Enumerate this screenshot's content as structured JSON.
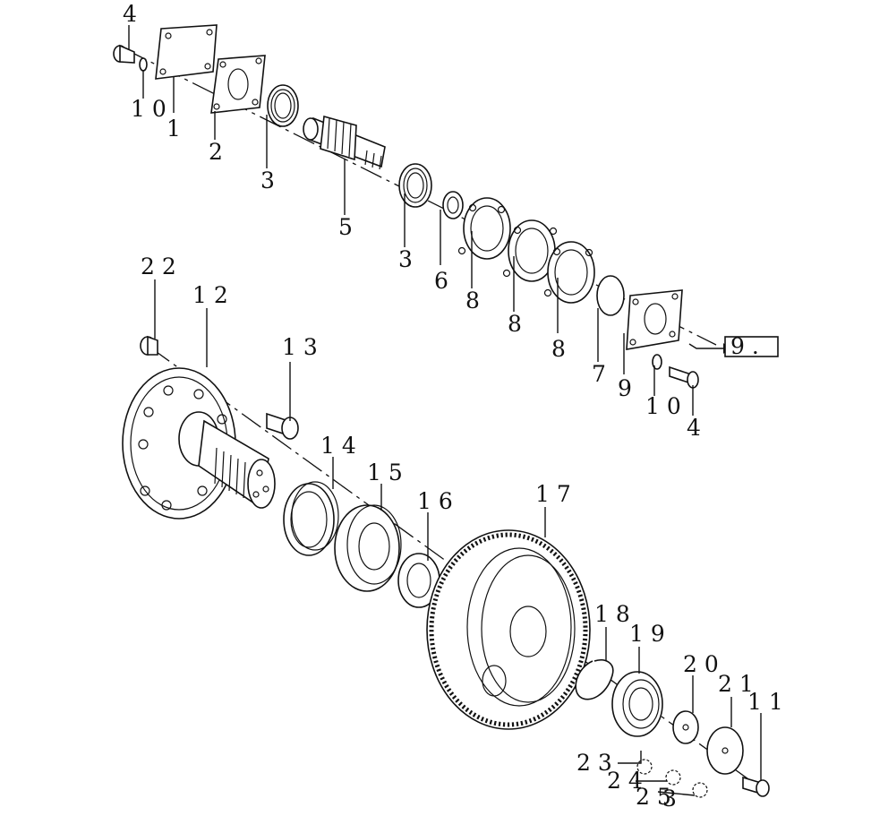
{
  "diagram": {
    "callouts": [
      {
        "id": "c-4a",
        "text": "4"
      },
      {
        "id": "c-10a",
        "text": "1 0"
      },
      {
        "id": "c-1",
        "text": "1"
      },
      {
        "id": "c-2",
        "text": "2"
      },
      {
        "id": "c-3a",
        "text": "3"
      },
      {
        "id": "c-5",
        "text": "5"
      },
      {
        "id": "c-3b",
        "text": "3"
      },
      {
        "id": "c-6",
        "text": "6"
      },
      {
        "id": "c-8a",
        "text": "8"
      },
      {
        "id": "c-8b",
        "text": "8"
      },
      {
        "id": "c-8c",
        "text": "8"
      },
      {
        "id": "c-7",
        "text": "7"
      },
      {
        "id": "c-9",
        "text": "9"
      },
      {
        "id": "c-10b",
        "text": "1 0"
      },
      {
        "id": "c-4b",
        "text": "4"
      },
      {
        "id": "c-22",
        "text": "2 2"
      },
      {
        "id": "c-12",
        "text": "1 2"
      },
      {
        "id": "c-13",
        "text": "1 3"
      },
      {
        "id": "c-14",
        "text": "1 4"
      },
      {
        "id": "c-15",
        "text": "1 5"
      },
      {
        "id": "c-16",
        "text": "1 6"
      },
      {
        "id": "c-17",
        "text": "1 7"
      },
      {
        "id": "c-18",
        "text": "1 8"
      },
      {
        "id": "c-19",
        "text": "1 9"
      },
      {
        "id": "c-20",
        "text": "2 0"
      },
      {
        "id": "c-21",
        "text": "2 1"
      },
      {
        "id": "c-11",
        "text": "1 1"
      },
      {
        "id": "c-23",
        "text": "2 3"
      },
      {
        "id": "c-24",
        "text": "2 4"
      },
      {
        "id": "c-25",
        "text": "2 5"
      },
      {
        "id": "c-23b",
        "text": "3"
      }
    ],
    "reference_box": "9 ."
  }
}
